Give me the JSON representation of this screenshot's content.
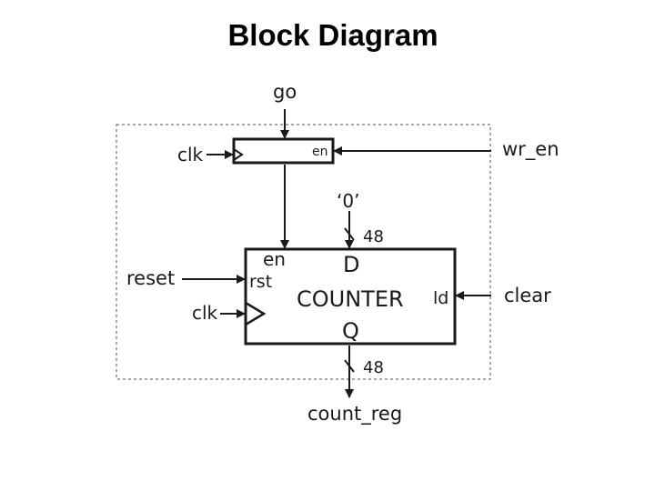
{
  "title": "Block Diagram",
  "colors": {
    "line": "#1a1a1a",
    "border": "#707070",
    "background": "#ffffff"
  },
  "signals": {
    "go": "go",
    "clk_top": "clk",
    "en_reg": "en",
    "wr_en": "wr_en",
    "zero": "‘0’",
    "width_in": "48",
    "reset": "reset",
    "clk_bottom": "clk",
    "width_out": "48",
    "clear": "clear",
    "count_reg": "count_reg"
  },
  "counter": {
    "en": "en",
    "rst": "rst",
    "d": "D",
    "name": "COUNTER",
    "q": "Q",
    "ld": "ld"
  }
}
